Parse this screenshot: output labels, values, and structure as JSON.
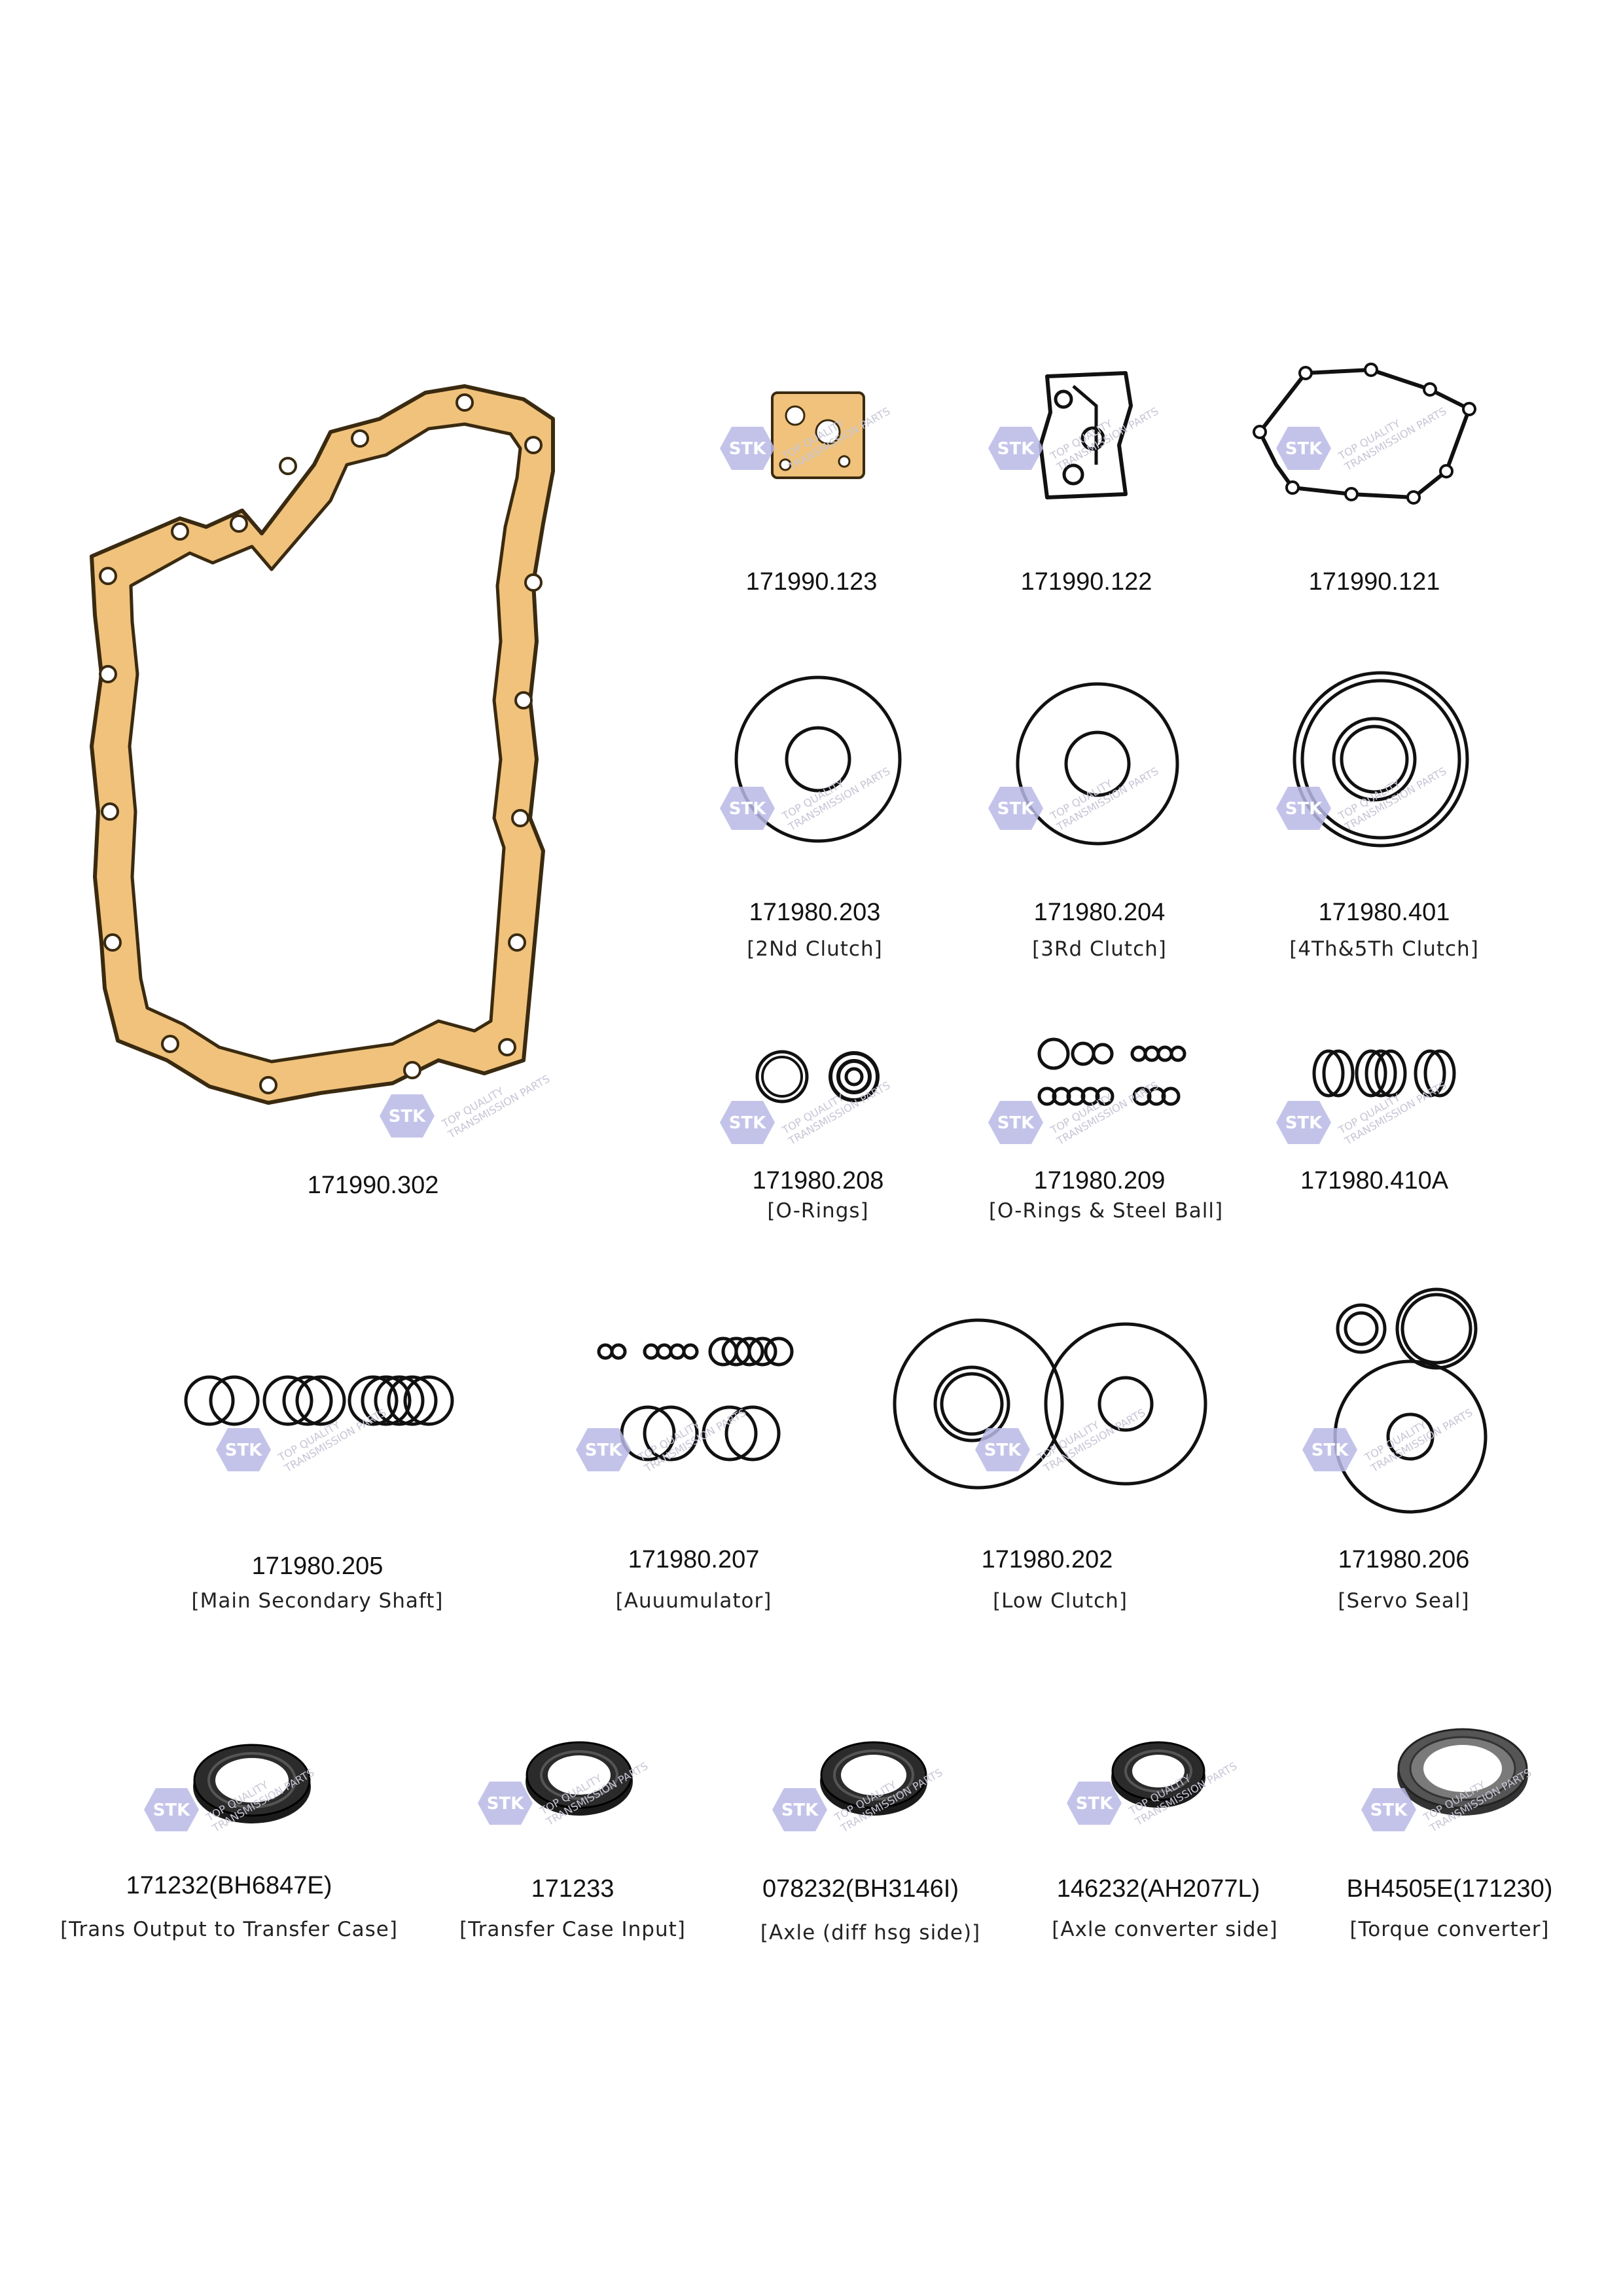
{
  "watermark": {
    "badge_text": "STK",
    "line1": "TOP QUALITY",
    "line2": "TRANSMISSION PARTS",
    "color": "#b9b9e6"
  },
  "colors": {
    "gasket_fill": "#f0c27b",
    "gasket_stroke": "#3a2a10",
    "ring": "#111111",
    "seal_dark": "#1b1b1b"
  },
  "parts": [
    {
      "id": "p1",
      "part_number": "171990.302",
      "description": ""
    },
    {
      "id": "p2",
      "part_number": "171990.123",
      "description": ""
    },
    {
      "id": "p3",
      "part_number": "171990.122",
      "description": ""
    },
    {
      "id": "p4",
      "part_number": "171990.121",
      "description": ""
    },
    {
      "id": "p5",
      "part_number": "171980.203",
      "description": "[2Nd Clutch]"
    },
    {
      "id": "p6",
      "part_number": "171980.204",
      "description": "[3Rd Clutch]"
    },
    {
      "id": "p7",
      "part_number": "171980.401",
      "description": "[4Th&5Th Clutch]"
    },
    {
      "id": "p8",
      "part_number": "171980.208",
      "description": "[O-Rings]"
    },
    {
      "id": "p9",
      "part_number": "171980.209",
      "description": "[O-Rings & Steel Ball]"
    },
    {
      "id": "p10",
      "part_number": "171980.410A",
      "description": ""
    },
    {
      "id": "p11",
      "part_number": "171980.205",
      "description": "[Main Secondary Shaft]"
    },
    {
      "id": "p12",
      "part_number": "171980.207",
      "description": "[Auuumulator]"
    },
    {
      "id": "p13",
      "part_number": "171980.202",
      "description": "[Low Clutch]"
    },
    {
      "id": "p14",
      "part_number": "171980.206",
      "description": "[Servo Seal]"
    },
    {
      "id": "p15",
      "part_number": "171232(BH6847E)",
      "description": "[Trans Output to Transfer Case]"
    },
    {
      "id": "p16",
      "part_number": "171233",
      "description": "[Transfer Case Input]"
    },
    {
      "id": "p17",
      "part_number": "078232(BH3146I)",
      "description": "[Axle (diff hsg side)]"
    },
    {
      "id": "p18",
      "part_number": "146232(AH2077L)",
      "description": "[Axle converter side]"
    },
    {
      "id": "p19",
      "part_number": "BH4505E(171230)",
      "description": "[Torque converter]"
    }
  ]
}
